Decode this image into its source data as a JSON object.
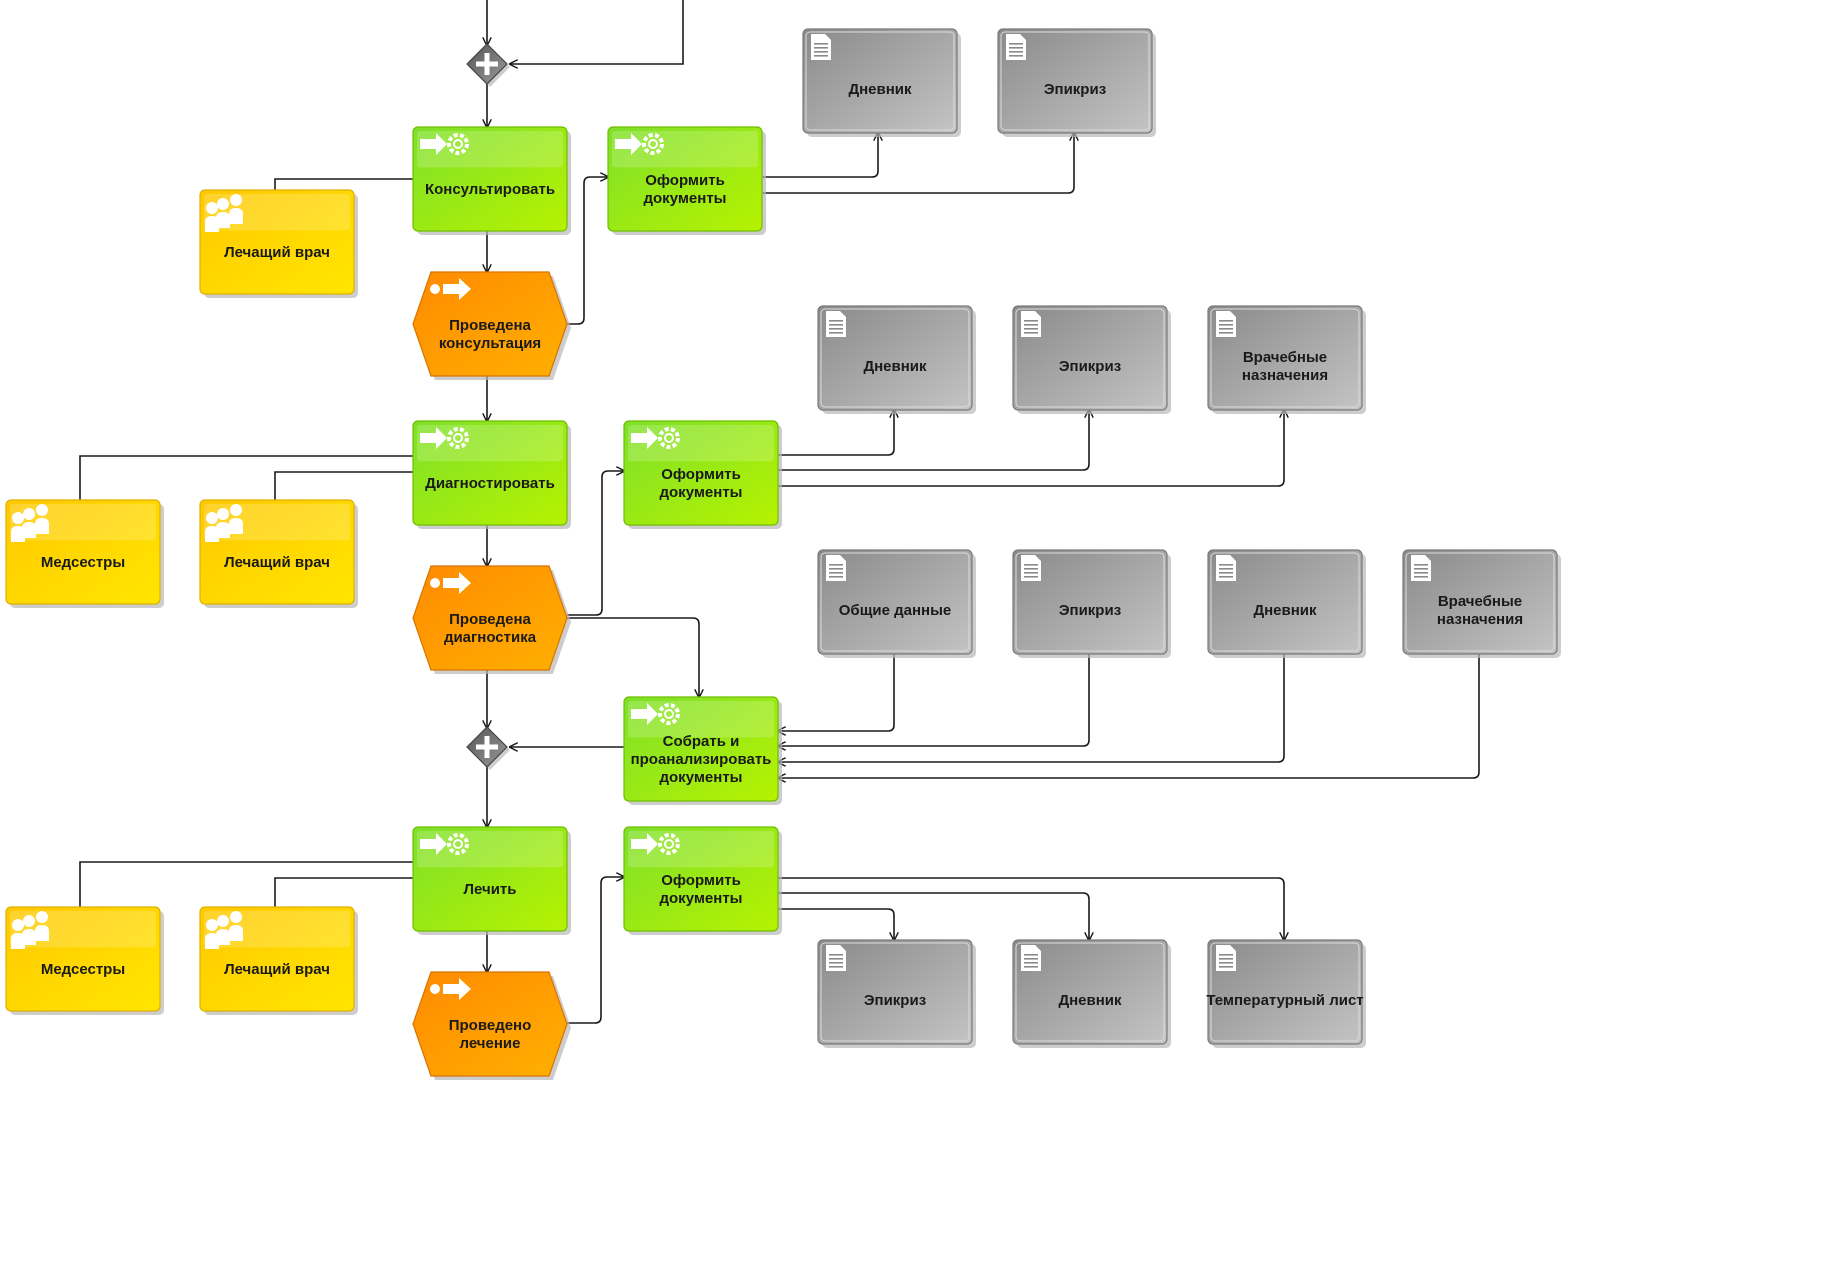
{
  "colors": {
    "function": "#8fe000",
    "event": "#ff9900",
    "role": "#ffd800",
    "document": "#9e9e9e",
    "gateway": "#6a6a6a",
    "connector": "#1a1a1a"
  },
  "icons": {
    "function": "process-arrow-gear-icon",
    "event": "event-arrow-icon",
    "role": "people-group-icon",
    "document": "document-icon",
    "gateway": "plus-icon"
  },
  "functions": {
    "f1": [
      "Консультировать"
    ],
    "f2": [
      "Оформить",
      "документы"
    ],
    "f3": [
      "Диагностировать"
    ],
    "f4": [
      "Оформить",
      "документы"
    ],
    "f5": [
      "Собрать и",
      "проанализировать",
      "документы"
    ],
    "f6": [
      "Лечить"
    ],
    "f7": [
      "Оформить",
      "документы"
    ]
  },
  "events": {
    "e1": [
      "Проведена",
      "консультация"
    ],
    "e2": [
      "Проведена",
      "диагностика"
    ],
    "e3": [
      "Проведено",
      "лечение"
    ]
  },
  "roles": {
    "r1": [
      "Лечащий врач"
    ],
    "r2": [
      "Медсестры"
    ],
    "r3": [
      "Лечащий врач"
    ],
    "r4": [
      "Медсестры"
    ],
    "r5": [
      "Лечащий врач"
    ]
  },
  "documents": {
    "d1": [
      "Дневник"
    ],
    "d2": [
      "Эпикриз"
    ],
    "d3": [
      "Дневник"
    ],
    "d4": [
      "Эпикриз"
    ],
    "d5": [
      "Врачебные",
      "назначения"
    ],
    "d6": [
      "Общие данные"
    ],
    "d7": [
      "Эпикриз"
    ],
    "d8": [
      "Дневник"
    ],
    "d9": [
      "Врачебные",
      "назначения"
    ],
    "d10": [
      "Эпикриз"
    ],
    "d11": [
      "Дневник"
    ],
    "d12": [
      "Температурный лист"
    ]
  }
}
